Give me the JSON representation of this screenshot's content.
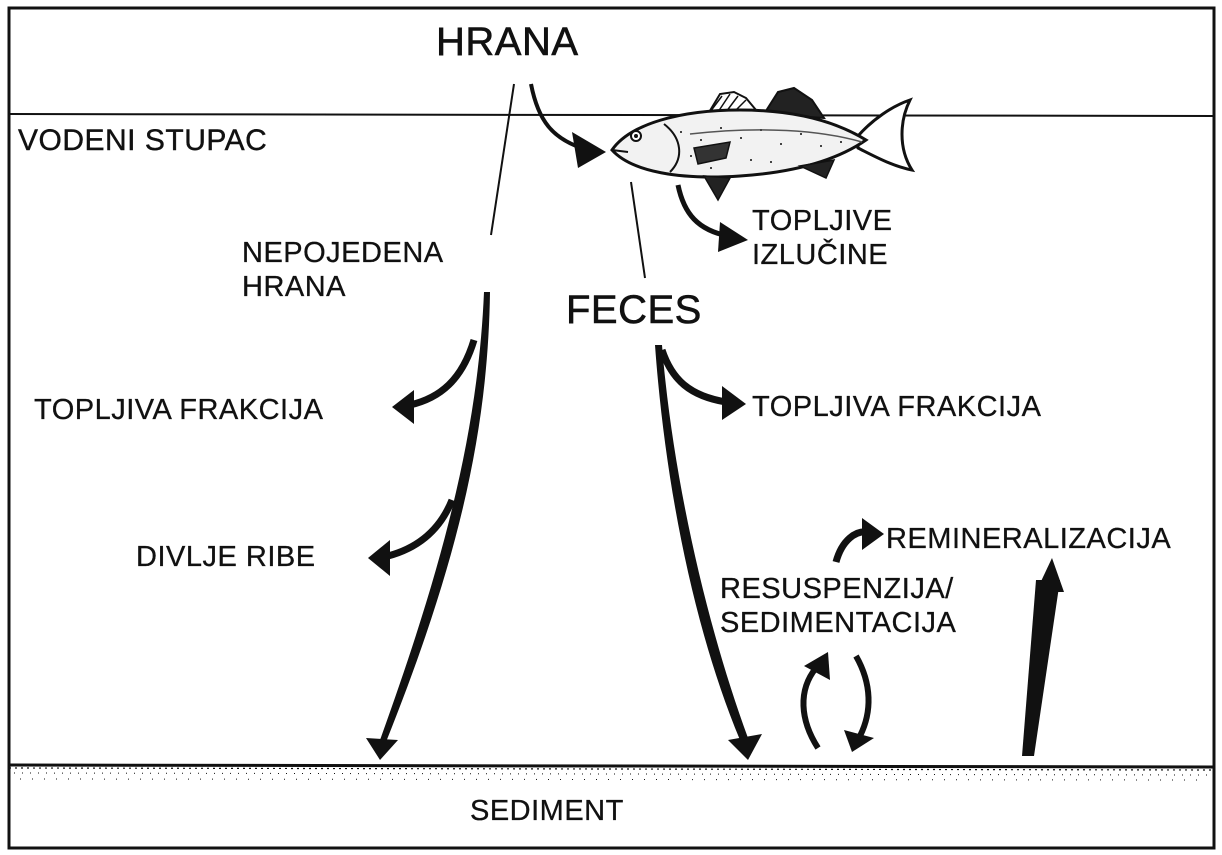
{
  "labels": {
    "food": "HRANA",
    "water_column": "VODENI STUPAC",
    "uneaten_food": "NEPOJEDENA\nHRANA",
    "soluble_excretions": "TOPLJIVE\nIZLUČINE",
    "feces": "FECES",
    "soluble_fraction_left": "TOPLJIVA FRAKCIJA",
    "soluble_fraction_right": "TOPLJIVA FRAKCIJA",
    "wild_fish": "DIVLJE RIBE",
    "remineralization": "REMINERALIZACIJA",
    "resuspension_sedimentation": "RESUSPENZIJA/\nSEDIMENTACIJA",
    "sediment": "SEDIMENT"
  },
  "icons": {
    "fish": "sea-bass-illustration"
  },
  "colors": {
    "ink": "#111111",
    "background": "#ffffff"
  }
}
